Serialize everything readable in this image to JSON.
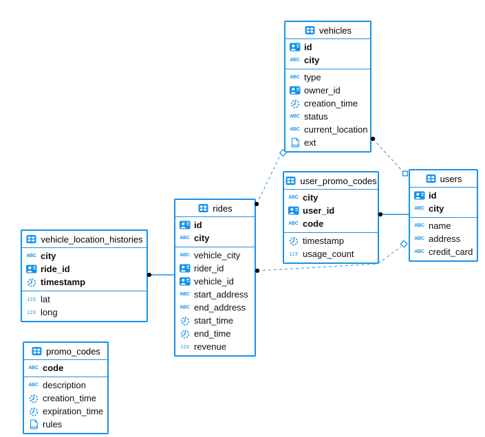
{
  "colors": {
    "accent": "#1791e8",
    "connector_dashed": "#59a9e0",
    "connector_solid": "#1791e8",
    "endpoint_dot": "#000000",
    "background": "#ffffff",
    "text": "#0d0d0d"
  },
  "tables": [
    {
      "name": "vehicles",
      "pk": [
        {
          "name": "id",
          "type": "id"
        },
        {
          "name": "city",
          "type": "string"
        }
      ],
      "fields": [
        {
          "name": "type",
          "type": "string"
        },
        {
          "name": "owner_id",
          "type": "id"
        },
        {
          "name": "creation_time",
          "type": "timestamp"
        },
        {
          "name": "status",
          "type": "string"
        },
        {
          "name": "current_location",
          "type": "string"
        },
        {
          "name": "ext",
          "type": "json"
        }
      ]
    },
    {
      "name": "user_promo_codes",
      "pk": [
        {
          "name": "city",
          "type": "string"
        },
        {
          "name": "user_id",
          "type": "id"
        },
        {
          "name": "code",
          "type": "string"
        }
      ],
      "fields": [
        {
          "name": "timestamp",
          "type": "timestamp"
        },
        {
          "name": "usage_count",
          "type": "number"
        }
      ]
    },
    {
      "name": "users",
      "pk": [
        {
          "name": "id",
          "type": "id"
        },
        {
          "name": "city",
          "type": "string"
        }
      ],
      "fields": [
        {
          "name": "name",
          "type": "string"
        },
        {
          "name": "address",
          "type": "string"
        },
        {
          "name": "credit_card",
          "type": "string"
        }
      ]
    },
    {
      "name": "rides",
      "pk": [
        {
          "name": "id",
          "type": "id"
        },
        {
          "name": "city",
          "type": "string"
        }
      ],
      "fields": [
        {
          "name": "vehicle_city",
          "type": "string"
        },
        {
          "name": "rider_id",
          "type": "id"
        },
        {
          "name": "vehicle_id",
          "type": "id"
        },
        {
          "name": "start_address",
          "type": "string"
        },
        {
          "name": "end_address",
          "type": "string"
        },
        {
          "name": "start_time",
          "type": "timestamp"
        },
        {
          "name": "end_time",
          "type": "timestamp"
        },
        {
          "name": "revenue",
          "type": "number"
        }
      ]
    },
    {
      "name": "vehicle_location_histories",
      "pk": [
        {
          "name": "city",
          "type": "string"
        },
        {
          "name": "ride_id",
          "type": "id"
        },
        {
          "name": "timestamp",
          "type": "timestamp"
        }
      ],
      "fields": [
        {
          "name": "lat",
          "type": "number"
        },
        {
          "name": "long",
          "type": "number"
        }
      ]
    },
    {
      "name": "promo_codes",
      "pk": [
        {
          "name": "code",
          "type": "string"
        }
      ],
      "fields": [
        {
          "name": "description",
          "type": "string"
        },
        {
          "name": "creation_time",
          "type": "timestamp"
        },
        {
          "name": "expiration_time",
          "type": "timestamp"
        },
        {
          "name": "rules",
          "type": "json"
        }
      ]
    }
  ],
  "relationships": [
    {
      "from_table": "rides",
      "to_table": "vehicles",
      "style": "dashed"
    },
    {
      "from_table": "vehicles",
      "to_table": "users",
      "style": "dashed"
    },
    {
      "from_table": "user_promo_codes",
      "to_table": "users",
      "style": "solid"
    },
    {
      "from_table": "rides",
      "to_table": "users",
      "style": "dashed"
    },
    {
      "from_table": "vehicle_location_histories",
      "to_table": "rides",
      "style": "solid"
    }
  ]
}
